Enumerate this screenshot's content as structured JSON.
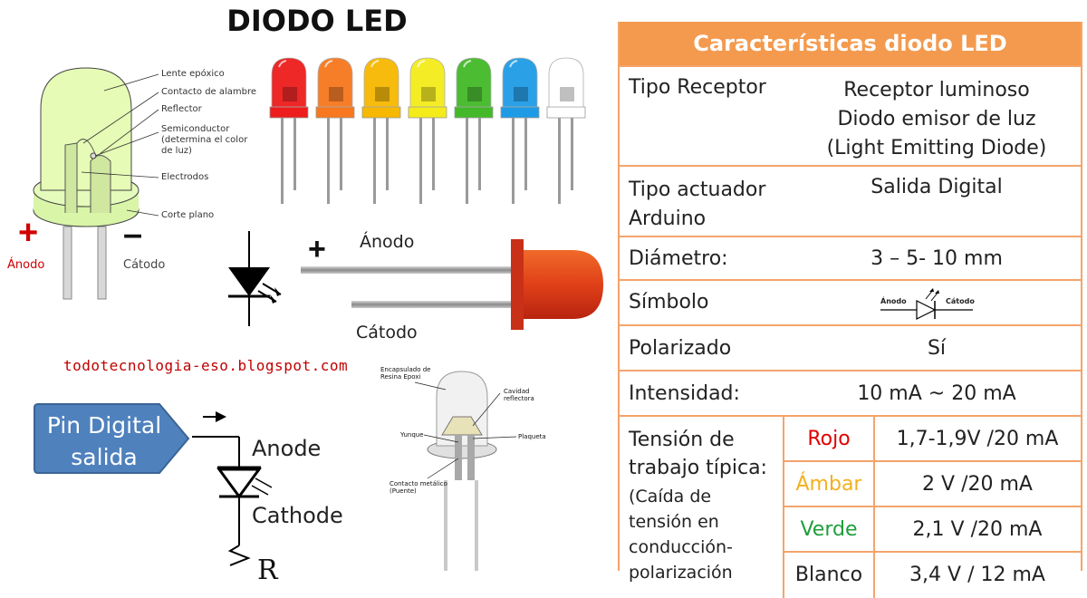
{
  "title": "DIODO LED",
  "diagram": {
    "labels": [
      "Lente epóxico",
      "Contacto de alambre",
      "Reflector",
      "Semiconductor",
      "(determina el color",
      "de luz)",
      "Electrodos",
      "Corte plano"
    ],
    "anodo_sign": "+",
    "catodo_sign": "–",
    "anodo": "Ánodo",
    "catodo": "Cátodo"
  },
  "led_colors": [
    "#ee1c1c",
    "#f7781e",
    "#f6b800",
    "#f4ec1a",
    "#43b929",
    "#1f9be6",
    "#ffffff"
  ],
  "symbol_diagram": {
    "plus": "+",
    "anodo": "Ánodo",
    "catodo": "Cátodo"
  },
  "blog": "todotecnologia-eso.blogspot.com",
  "circuit": {
    "pin_label_1": "Pin Digital",
    "pin_label_2": "salida",
    "anode": "Anode",
    "cathode": "Cathode",
    "resistor_label": "R"
  },
  "photo_labels": {
    "encapsulado_1": "Encapsulado de",
    "encapsulado_2": "Resina Epoxi",
    "cavidad_1": "Cavidad",
    "cavidad_2": "reflectora",
    "yunque": "Yunque",
    "plaqueta": "Plaqueta",
    "contacto_1": "Contacto metálico",
    "contacto_2": "(Puente)"
  },
  "table": {
    "header": "Características diodo LED",
    "rows": {
      "tipo_receptor": {
        "label": "Tipo Receptor",
        "value_lines": [
          "Receptor luminoso",
          "Diodo emisor de luz",
          "(Light Emitting Diode)"
        ]
      },
      "tipo_actuador": {
        "label_lines": [
          "Tipo actuador",
          "Arduino"
        ],
        "value": "Salida Digital"
      },
      "diametro": {
        "label": "Diámetro:",
        "value": "3 – 5- 10 mm"
      },
      "simbolo": {
        "label": "Símbolo",
        "anodo": "Ánodo",
        "catodo": "Cátodo"
      },
      "polarizado": {
        "label": "Polarizado",
        "value": "Sí"
      },
      "intensidad": {
        "label": "Intensidad:",
        "value": "10 mA ~ 20 mA"
      },
      "tension": {
        "label_lines": [
          "Tensión de",
          "trabajo típica:",
          "(Caída de",
          "tensión en",
          "conducción-",
          "polarización"
        ],
        "items": [
          {
            "color": "Rojo",
            "value": "1,7-1,9V /20 mA",
            "hex": "#e00000"
          },
          {
            "color": "Ámbar",
            "value": "2 V /20 mA",
            "hex": "#f2b01e"
          },
          {
            "color": "Verde",
            "value": "2,1 V /20 mA",
            "hex": "#1e9e3a"
          },
          {
            "color": "Blanco",
            "value": "3,4 V / 12 mA",
            "hex": "#222222"
          }
        ]
      }
    }
  }
}
